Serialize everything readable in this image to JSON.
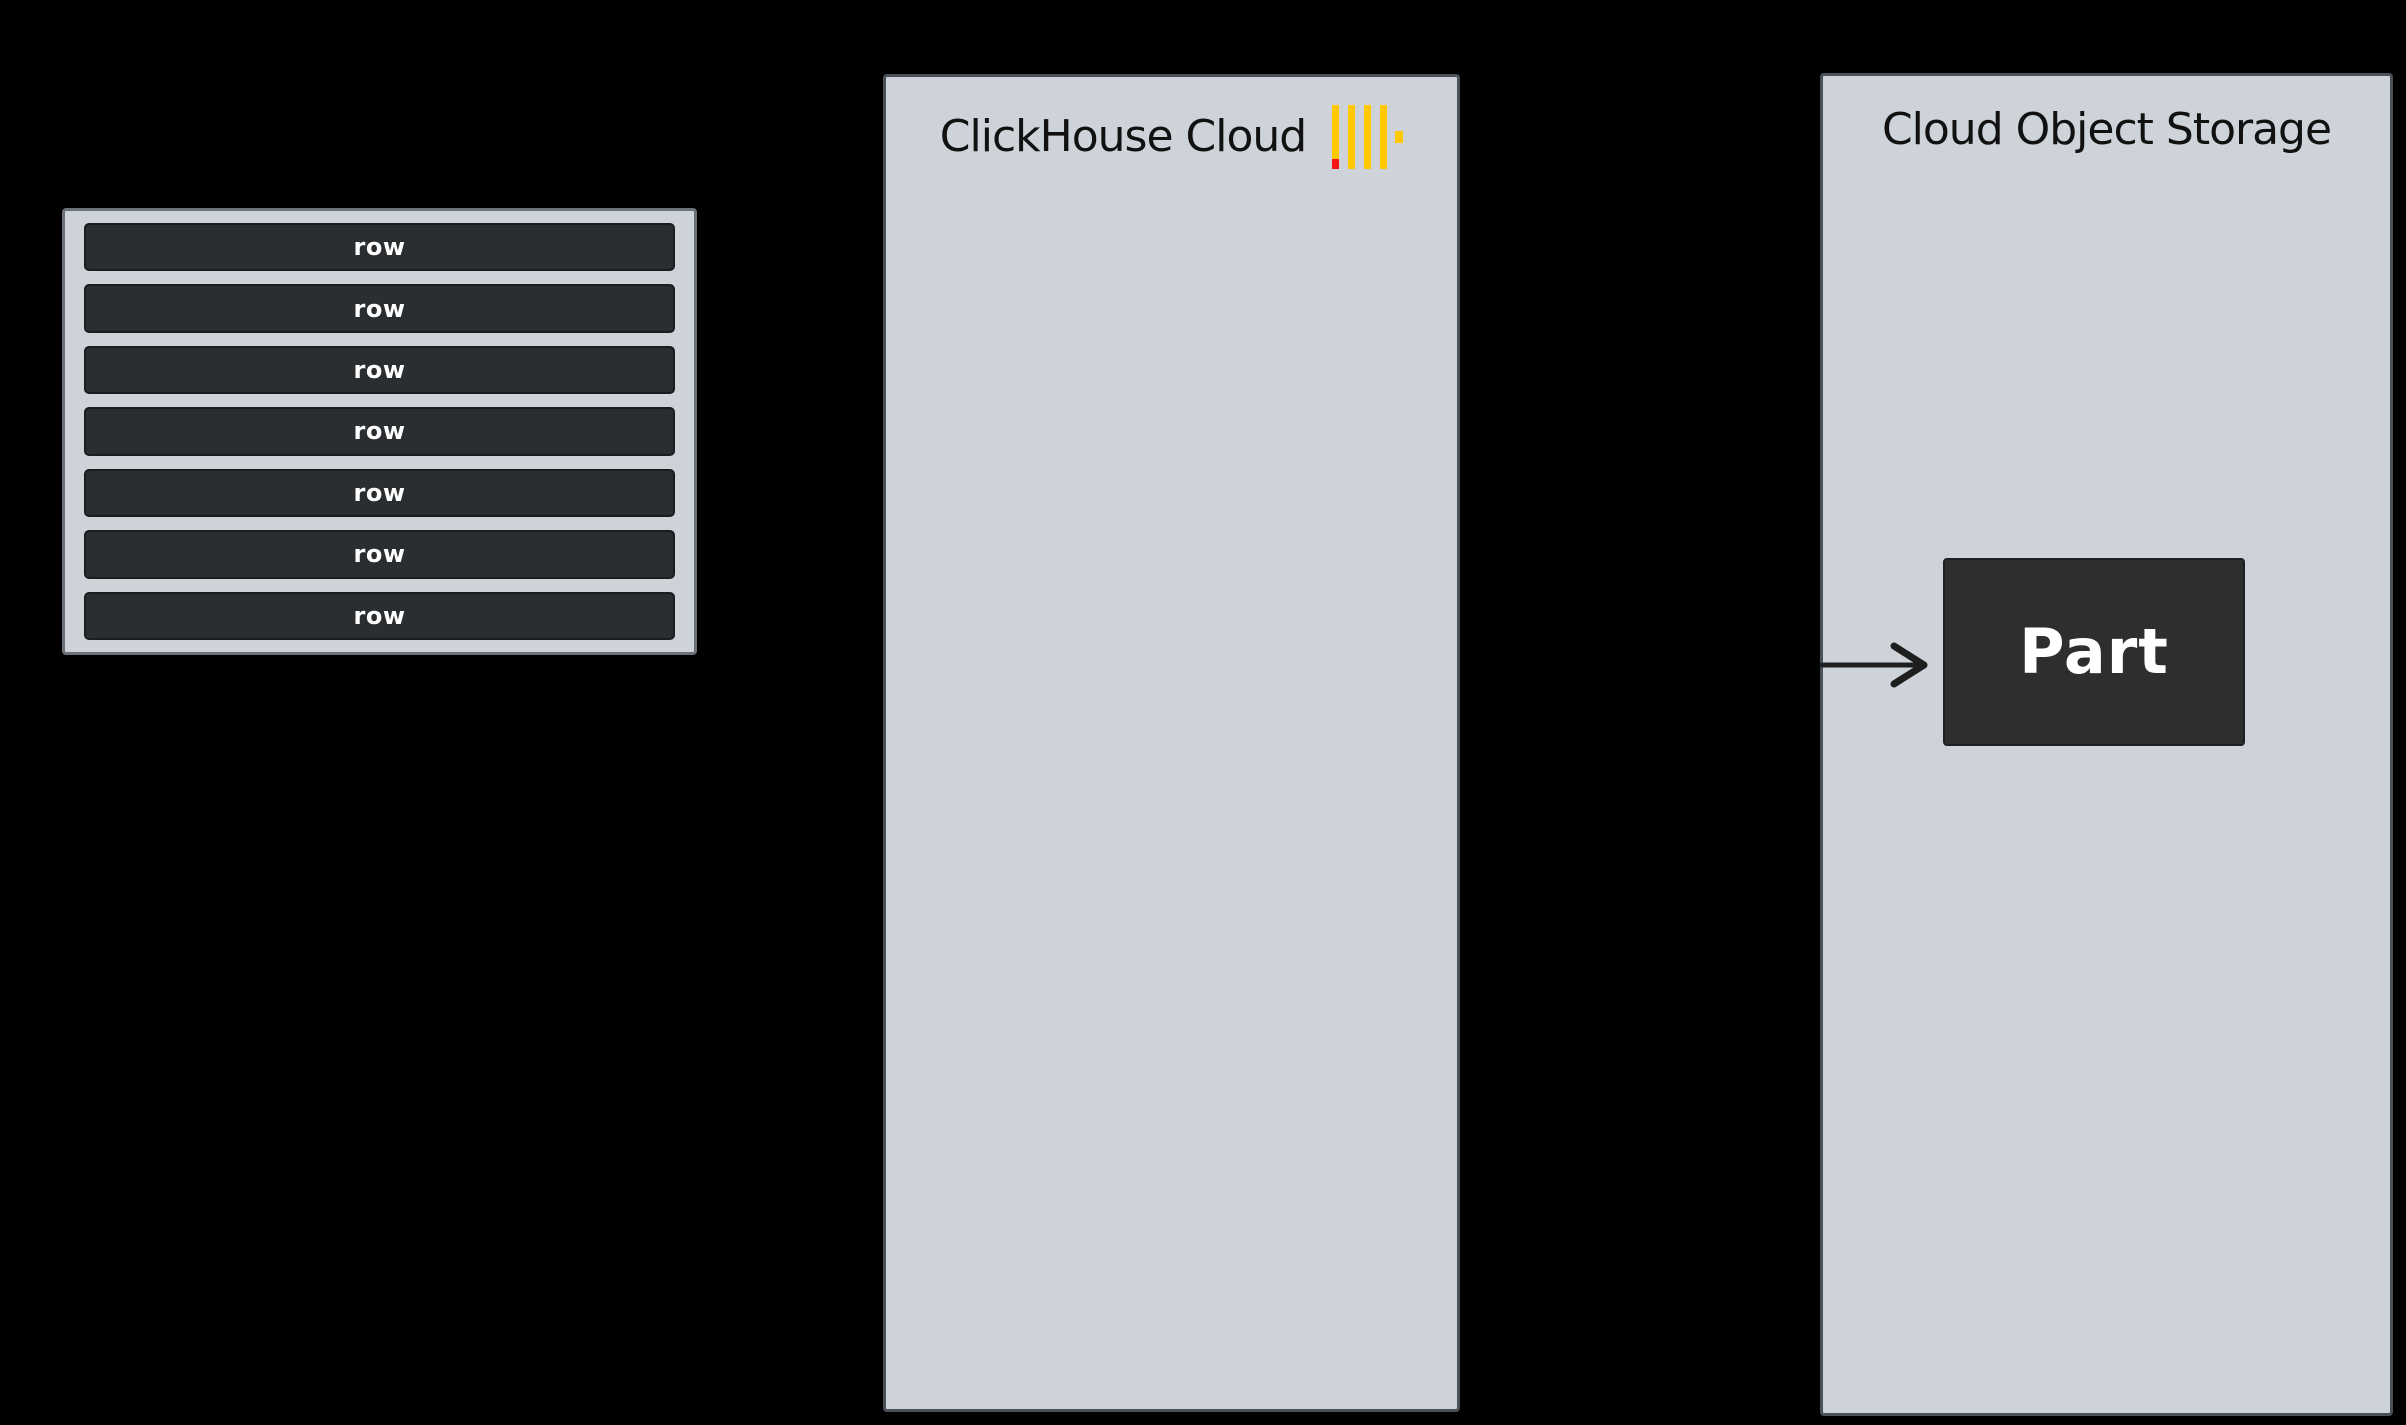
{
  "canvas": {
    "background": "#000000"
  },
  "colors": {
    "canvas_bg": "#000000",
    "panel_fill": "#ced3da",
    "panel_border": "#4a5158",
    "row_fill": "#2b2e31",
    "row_text": "#ffffff",
    "part_fill": "#2d2e30",
    "part_text": "#ffffff",
    "title_text": "#111111",
    "arrow": "#1e1e1e",
    "logo_yellow": "#ffc800",
    "logo_red": "#f51515"
  },
  "left_panel": {
    "rows": [
      "row",
      "row",
      "row",
      "row",
      "row",
      "row",
      "row"
    ]
  },
  "cloud_panel": {
    "title": "ClickHouse Cloud",
    "logo": "clickhouse-logo"
  },
  "storage_panel": {
    "title": "Cloud Object Storage",
    "part_label": "Part"
  }
}
